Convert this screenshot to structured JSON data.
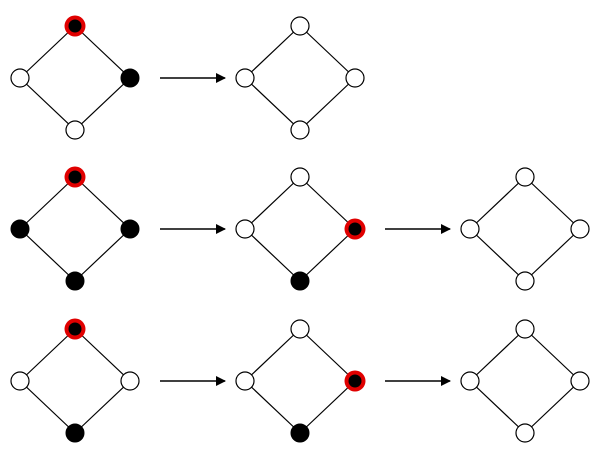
{
  "colors": {
    "background": "#ffffff",
    "edge": "#000000",
    "node_black": "#000000",
    "node_white": "#ffffff",
    "highlight_ring": "#e00000",
    "arrow": "#000000"
  },
  "rows": [
    {
      "stages": [
        {
          "top": "black-highlighted",
          "left": "white",
          "right": "black",
          "bottom": "white"
        },
        {
          "top": "white",
          "left": "white",
          "right": "white",
          "bottom": "white"
        }
      ]
    },
    {
      "stages": [
        {
          "top": "black-highlighted",
          "left": "black",
          "right": "black",
          "bottom": "black"
        },
        {
          "top": "white",
          "left": "white",
          "right": "black-highlighted",
          "bottom": "black"
        },
        {
          "top": "white",
          "left": "white",
          "right": "white",
          "bottom": "white"
        }
      ]
    },
    {
      "stages": [
        {
          "top": "black-highlighted",
          "left": "white",
          "right": "white",
          "bottom": "black"
        },
        {
          "top": "white",
          "left": "white",
          "right": "black-highlighted",
          "bottom": "black"
        },
        {
          "top": "white",
          "left": "white",
          "right": "white",
          "bottom": "white"
        }
      ]
    }
  ]
}
